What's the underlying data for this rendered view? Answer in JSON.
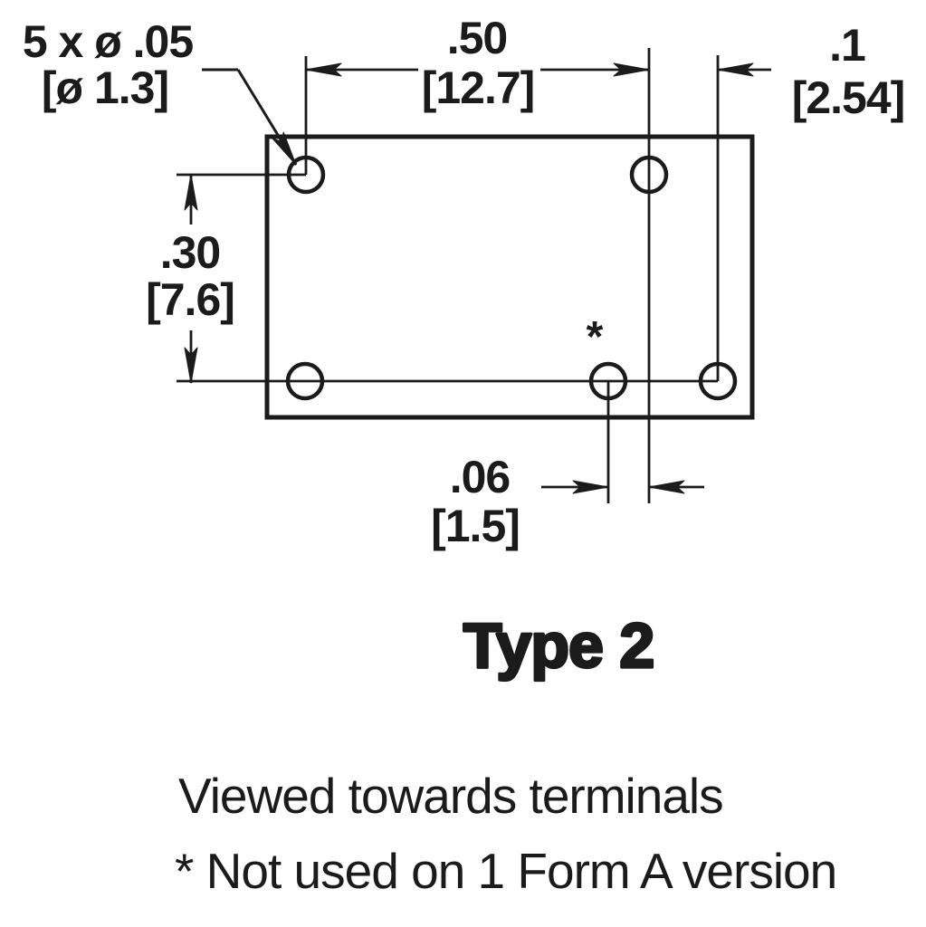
{
  "page": {
    "background": "#ffffff",
    "ink": "#1b1b1b"
  },
  "drawing": {
    "hole_callout": {
      "quantity_diameter_in": "5 x ø .05",
      "diameter_mm": "[ø 1.3]"
    },
    "dimensions": {
      "pin_span_horizontal": {
        "in": ".50",
        "mm": "[12.7]"
      },
      "pin_grid_pitch": {
        "in": ".1",
        "mm": "[2.54]"
      },
      "pin_span_vertical": {
        "in": ".30",
        "mm": "[7.6]"
      },
      "center_pin_offset": {
        "in": ".06",
        "mm": "[1.5]"
      }
    },
    "asterisk_marker": "*",
    "type_label": "Type 2"
  },
  "notes": {
    "view_note": "Viewed towards terminals",
    "footnote": "* Not used on 1 Form A version"
  }
}
